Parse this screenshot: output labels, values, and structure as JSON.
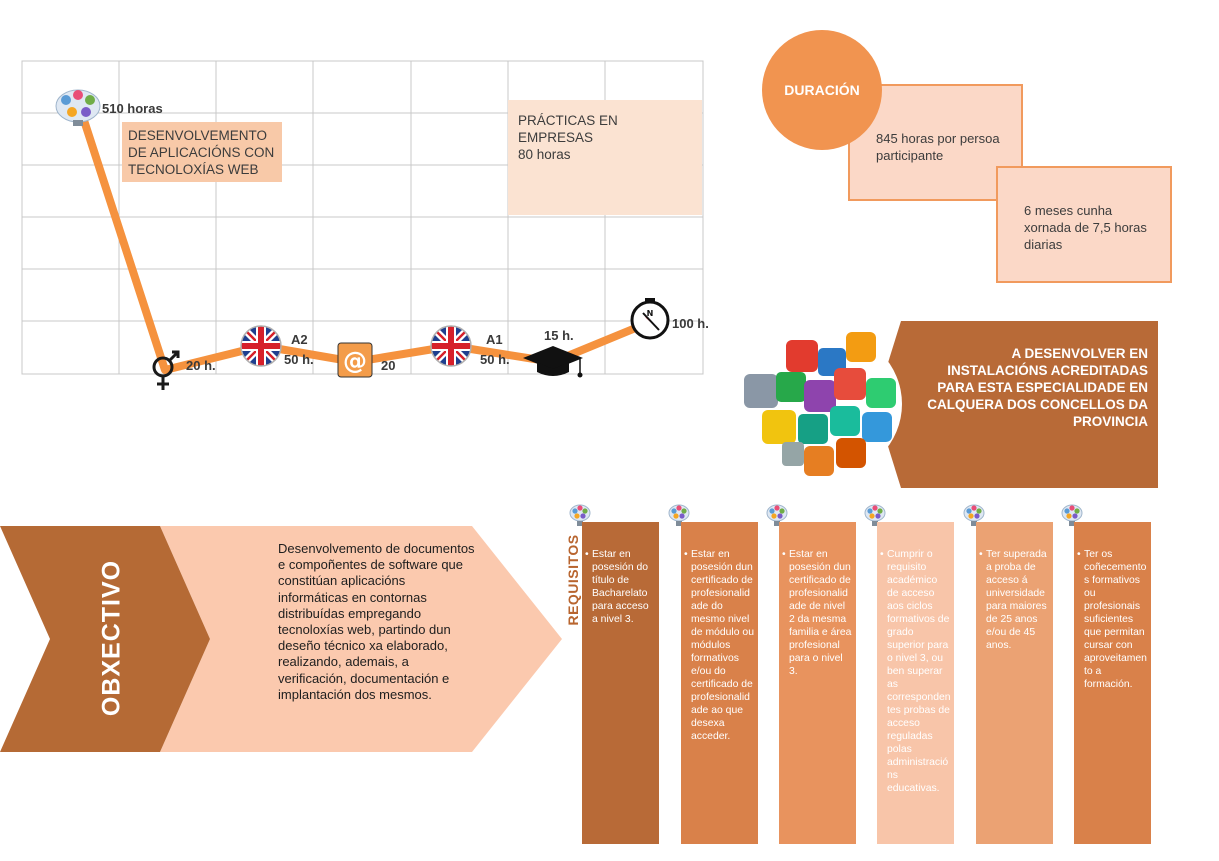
{
  "timeline": {
    "web_hours": "510 horas",
    "web_label": "DESENVOLVEMENTO DE  APLICACIÓNS CON TECNOLOXÍAS WEB",
    "practicas_label": "PRÁCTICAS EN EMPRESAS",
    "practicas_hours": "80 horas",
    "nodes": [
      {
        "label": "20 h."
      },
      {
        "label": "A2"
      },
      {
        "label": "50 h."
      },
      {
        "label": "20"
      },
      {
        "label": "A1"
      },
      {
        "label": "50 h."
      },
      {
        "label": "15 h."
      },
      {
        "label": "100 h."
      }
    ]
  },
  "duration": {
    "title": "DURACIÓN",
    "box1": "845 horas por persoa participante",
    "box2": "6 meses cunha xornada de 7,5 horas diarias"
  },
  "installations": {
    "text": "A DESENVOLVER EN INSTALACIÓNS ACREDITADAS  PARA ESTA ESPECIALIDADE EN CALQUERA DOS CONCELLOS DA PROVINCIA"
  },
  "objective": {
    "title": "OBXECTIVO",
    "text": "Desenvolvemento de documentos e compoñentes de software que constitúan aplicacións informáticas en contornas distribuídas empregando tecnoloxías web, partindo dun deseño técnico xa elaborado, realizando, ademais, a verificación, documentación e implantación dos mesmos."
  },
  "requirements": {
    "title": "REQUISITOS",
    "items": [
      {
        "text": "Estar en posesión do título de Bacharelato para acceso a nivel 3.",
        "color": "#b86a37"
      },
      {
        "text": "Estar en posesión dun certificado de profesionalidade do mesmo nivel de módulo ou módulos formativos e/ou do certificado de profesionalidade ao que desexa acceder.",
        "color": "#d9814a"
      },
      {
        "text": "Estar en posesión dun certificado de profesionalidade de nivel 2 da mesma familia e área profesional para o nivel 3.",
        "color": "#e8935e"
      },
      {
        "text": "Cumprir o requisito académico de acceso aos ciclos formativos de grado superior para o nivel 3, ou ben superar as correspondentes probas de acceso reguladas polas administracións educativas.",
        "color": "#f8c5a9"
      },
      {
        "text": "Ter superada a proba de acceso á universidade para maiores de 25 anos e/ou de 45 anos.",
        "color": "#eba273"
      },
      {
        "text": "Ter os coñecementos formativos ou profesionais suficientes que permitan cursar con aproveitamento a formación.",
        "color": "#d9814a"
      }
    ]
  },
  "colors": {
    "line": "#f5923e",
    "accent_dark": "#b86a37",
    "accent_light": "#fbc9ae"
  }
}
